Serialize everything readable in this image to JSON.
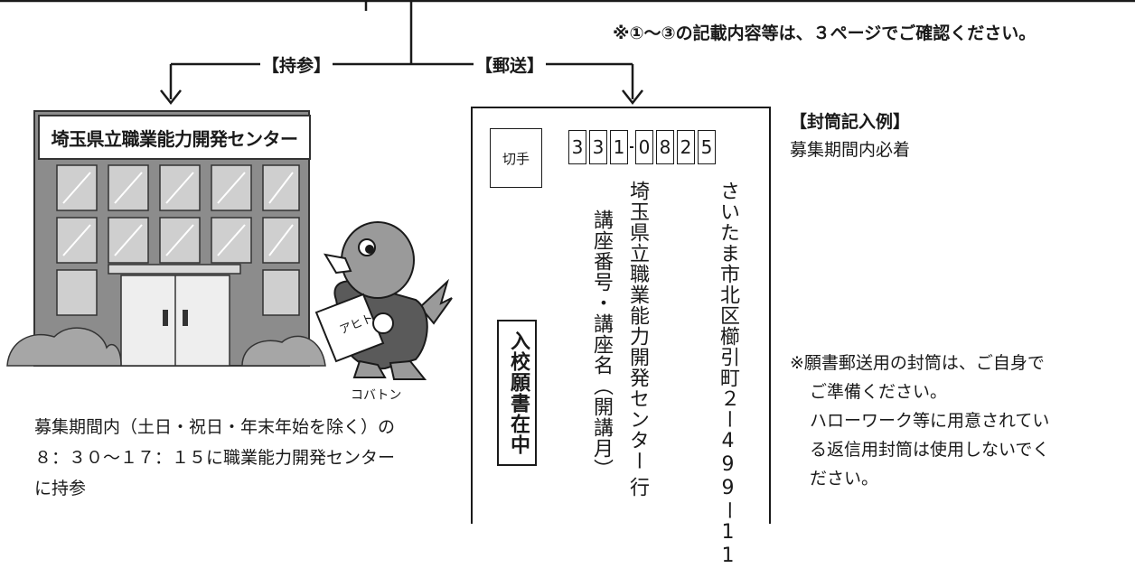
{
  "top_note": "※①～③の記載内容等は、３ページでご確認ください。",
  "routes": {
    "carry": "【持参】",
    "mail": "【郵送】"
  },
  "building": {
    "sign": "埼玉県立職業能力開発センター"
  },
  "mascot": {
    "name": "コバトン",
    "paper_text": "アヒト"
  },
  "carry_description": [
    "募集期間内（土日・祝日・年末年始を除く）の",
    "８：３０～１７：１５に職業能力開発センター",
    "に持参"
  ],
  "envelope": {
    "stamp_label": "切手",
    "postal_code": [
      "3",
      "3",
      "1",
      "0",
      "8",
      "2",
      "5"
    ],
    "address": "さいたま市北区櫛引町２ー499ー11",
    "recipient": "埼玉県立職業能力開発センター",
    "recipient_suffix": "行",
    "course_line": "講座番号・講座名（開講月）",
    "enclosure": "入校願書在中"
  },
  "envelope_example": {
    "title": "【封筒記入例】",
    "subtitle": "募集期間内必着"
  },
  "envelope_note": [
    "※願書郵送用の封筒は、ご自身で",
    "ご準備ください。",
    "ハローワーク等に用意されてい",
    "る返信用封筒は使用しないでく",
    "ださい。"
  ],
  "colors": {
    "building_body": "#8c8c8c",
    "window": "#cfcfcf",
    "bush": "#a6a6a6",
    "mascot_gray": "#9a9a9a"
  }
}
